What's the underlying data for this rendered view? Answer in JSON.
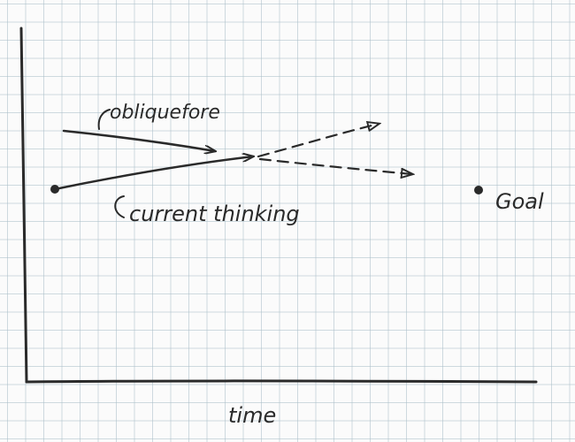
{
  "diagram": {
    "labels": {
      "oblique": "obliquefore",
      "current": "current thinking",
      "goal": "Goal",
      "time": "time"
    },
    "colors": {
      "ink": "#2a2a2a",
      "paper": "#fbfbfb",
      "grid": "#aabec8"
    }
  }
}
